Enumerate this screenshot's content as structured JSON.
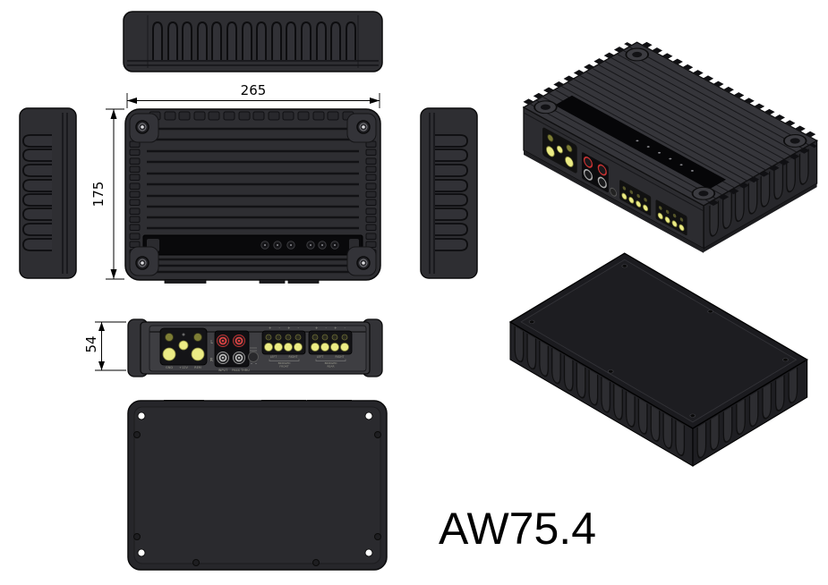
{
  "model_label": "AW75.4",
  "drawing": {
    "views": [
      "top-edge-view",
      "left-side-view",
      "top-view",
      "right-side-view",
      "front-panel-view",
      "bottom-view",
      "isometric-top-view",
      "isometric-bottom-view"
    ]
  },
  "dimensions": {
    "width_mm": "265",
    "depth_mm": "175",
    "height_mm": "54"
  },
  "front_panel": {
    "power_terminals": {
      "labels": [
        "GND",
        "+12V",
        "REM"
      ]
    },
    "rca": {
      "left_channel": "L",
      "right_channel": "R",
      "label_input": "INPUT",
      "label_passthru": "PASS THRU"
    },
    "speakers": {
      "polarity": "+ - + -",
      "front": {
        "left": "LEFT",
        "right": "RIGHT",
        "bridge_line1": "BRIDGED",
        "bridge_line2": "FRONT"
      },
      "rear": {
        "left": "LEFT",
        "right": "RIGHT",
        "bridge_line1": "BRIDGED",
        "bridge_line2": "REAR"
      }
    }
  },
  "colors": {
    "background": "#ffffff",
    "body_gray": "#2e2e32",
    "panel_dark": "#0b0b0d",
    "outline": "#0c0c0d",
    "terminal_yellow": "#ecec85",
    "terminal_olive": "#7d7d35",
    "rca_red": "#cc3333",
    "rca_silver": "#bbbbbb",
    "dimension_text": "#000000"
  }
}
